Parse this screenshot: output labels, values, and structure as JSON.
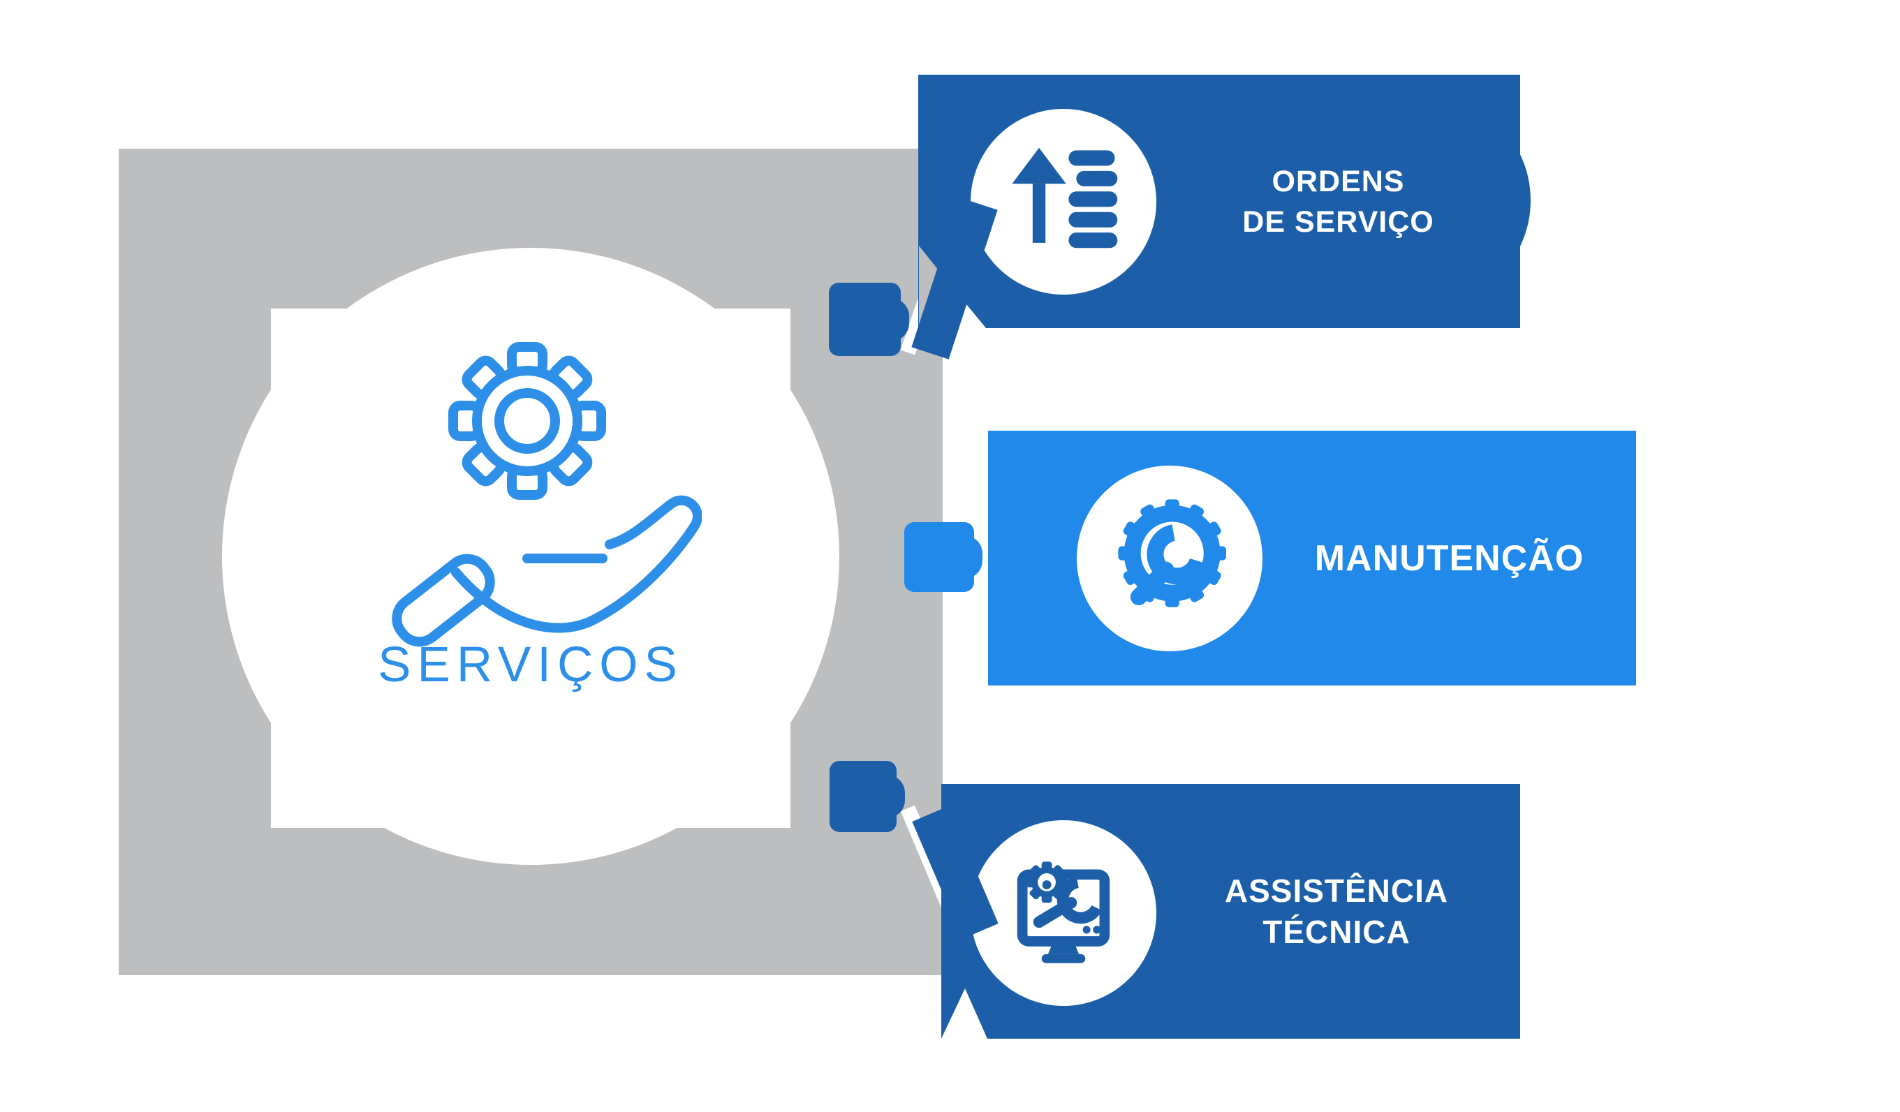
{
  "medallion": {
    "label": "SERVIÇOS",
    "icon": "hand-holding-gear-icon"
  },
  "items": [
    {
      "lines": [
        "ORDENS",
        "DE SERVIÇO"
      ],
      "icon": "arrow-up-list-icon",
      "color": "#1C5FA8"
    },
    {
      "lines": [
        "MANUTENÇÃO"
      ],
      "icon": "gear-wrench-icon",
      "color": "#2189E9"
    },
    {
      "lines": [
        "ASSISTÊNCIA",
        "TÉCNICA"
      ],
      "icon": "computer-repair-icon",
      "color": "#1C5FA8"
    }
  ],
  "colors": {
    "dark_blue": "#1C5FA8",
    "bright_blue": "#2189E9",
    "icon_blue": "#2E8FE9",
    "backdrop_gray": "#BDBEC0",
    "white": "#FFFFFF"
  }
}
